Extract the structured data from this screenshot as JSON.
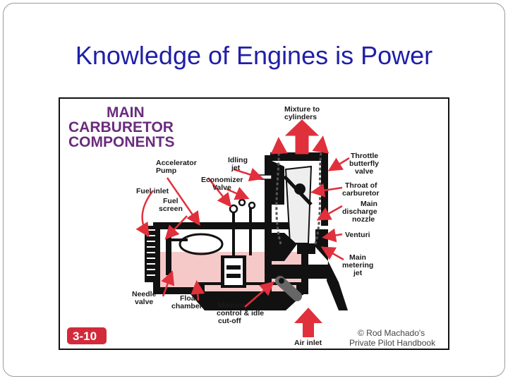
{
  "slide": {
    "title": "Knowledge of Engines is Power"
  },
  "figure": {
    "heading": [
      "MAIN",
      "CARBURETOR",
      "COMPONENTS"
    ],
    "figure_number": "3-10",
    "credit": [
      "© Rod Machado's",
      "Private Pilot Handbook"
    ],
    "labels": {
      "mixture_to_cylinders": [
        "Mixture to",
        "cylinders"
      ],
      "idling_jet": [
        "Idling",
        "jet"
      ],
      "accelerator_pump": [
        "Accelerator",
        "Pump"
      ],
      "economizer_valve": [
        "Economizer",
        "Valve"
      ],
      "fuel_inlet": "Fuel inlet",
      "fuel_screen": [
        "Fuel",
        "screen"
      ],
      "throttle_butterfly_valve": [
        "Throttle",
        "butterfly",
        "valve"
      ],
      "throat_of_carburetor": [
        "Throat of",
        "carburetor"
      ],
      "main_discharge_nozzle": [
        "Main",
        "discharge",
        "nozzle"
      ],
      "venturi": "Venturi",
      "main_metering_jet": [
        "Main",
        "metering",
        "jet"
      ],
      "needle_valve": [
        "Needle",
        "valve"
      ],
      "float_chamber": [
        "Float",
        "chamber"
      ],
      "mixture_control": [
        "Mixture",
        "control & idle",
        "cut-off"
      ],
      "air_inlet": "Air inlet"
    },
    "colors": {
      "heading": "#6a2c7c",
      "arrow": "#e0303c",
      "fuel": "#f6c9c9",
      "badge": "#d22a3a"
    }
  }
}
